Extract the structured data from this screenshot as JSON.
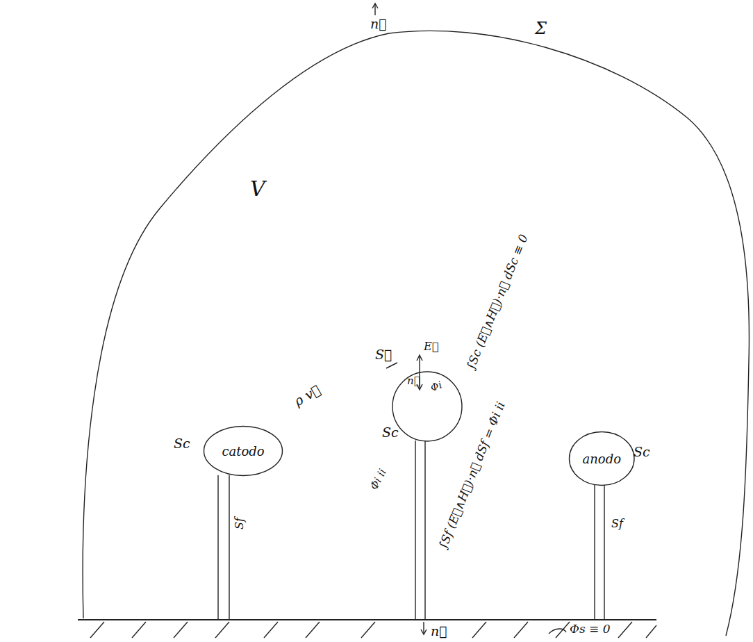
{
  "diagram": {
    "nodes": [
      {
        "text": [
          "catodo"
        ]
      },
      {
        "text": [
          "anodo"
        ]
      }
    ],
    "labels": [
      "n⃗",
      "Σ",
      "V",
      "Sc",
      "Sf",
      "ρ v⃗",
      "S⃗",
      "E⃗",
      "n⃗",
      "Φi",
      "∫Sc (E⃗∧H⃗)·n⃗ dSc ≡ 0",
      "Sc",
      "Φi ii",
      "∫Sf (E⃗∧H⃗)·n⃗ dSf = Φi ii",
      "Sc",
      "Sf",
      "n⃗",
      "Φs ≡ 0"
    ]
  }
}
